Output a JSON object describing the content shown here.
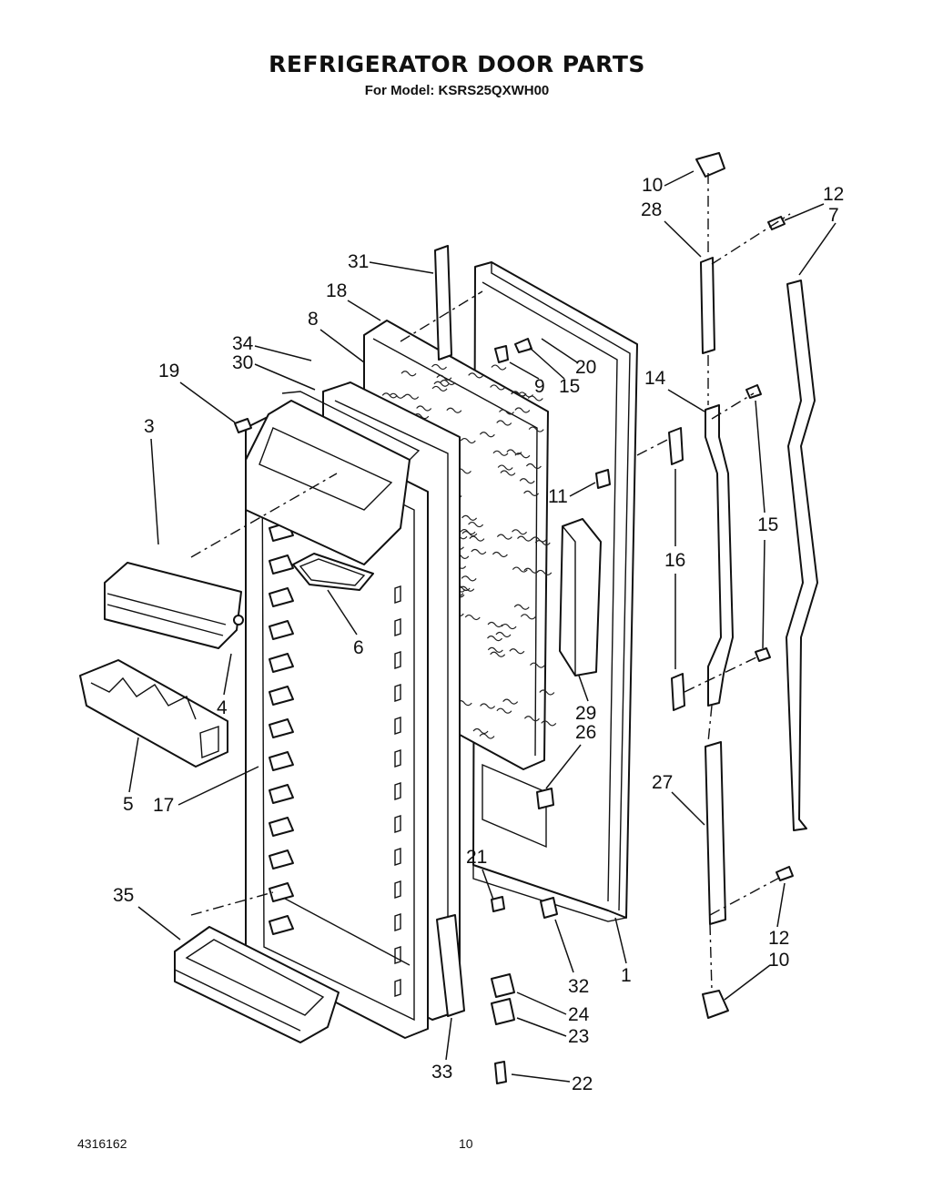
{
  "title": "REFRIGERATOR DOOR PARTS",
  "subtitle": "For Model: KSRS25QXWH00",
  "footer": {
    "doc_number": "4316162",
    "page_number": "10"
  },
  "callouts": [
    {
      "id": "10a",
      "label": "10"
    },
    {
      "id": "12a",
      "label": "12"
    },
    {
      "id": "7",
      "label": "7"
    },
    {
      "id": "28",
      "label": "28"
    },
    {
      "id": "31",
      "label": "31"
    },
    {
      "id": "18",
      "label": "18"
    },
    {
      "id": "8",
      "label": "8"
    },
    {
      "id": "34",
      "label": "34"
    },
    {
      "id": "30",
      "label": "30"
    },
    {
      "id": "19",
      "label": "19"
    },
    {
      "id": "20",
      "label": "20"
    },
    {
      "id": "9",
      "label": "9"
    },
    {
      "id": "15a",
      "label": "15"
    },
    {
      "id": "14",
      "label": "14"
    },
    {
      "id": "3",
      "label": "3"
    },
    {
      "id": "11",
      "label": "11"
    },
    {
      "id": "15b",
      "label": "15"
    },
    {
      "id": "16",
      "label": "16"
    },
    {
      "id": "6",
      "label": "6"
    },
    {
      "id": "4",
      "label": "4"
    },
    {
      "id": "29",
      "label": "29"
    },
    {
      "id": "26",
      "label": "26"
    },
    {
      "id": "5",
      "label": "5"
    },
    {
      "id": "17",
      "label": "17"
    },
    {
      "id": "27",
      "label": "27"
    },
    {
      "id": "21",
      "label": "21"
    },
    {
      "id": "35",
      "label": "35"
    },
    {
      "id": "12b",
      "label": "12"
    },
    {
      "id": "10b",
      "label": "10"
    },
    {
      "id": "32",
      "label": "32"
    },
    {
      "id": "1",
      "label": "1"
    },
    {
      "id": "24",
      "label": "24"
    },
    {
      "id": "23",
      "label": "23"
    },
    {
      "id": "33",
      "label": "33"
    },
    {
      "id": "22",
      "label": "22"
    }
  ]
}
